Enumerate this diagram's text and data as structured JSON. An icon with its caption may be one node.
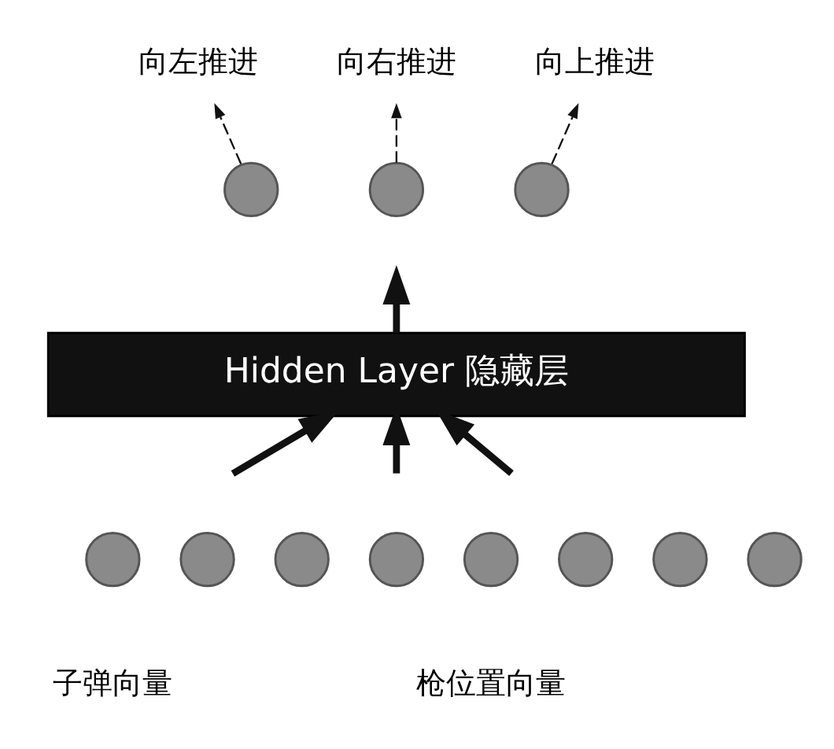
{
  "diagram": {
    "nodes": [
      {
        "text": [
          "向左推进"
        ]
      },
      {
        "text": [
          "向右推进"
        ]
      },
      {
        "text": [
          "向上推进"
        ]
      },
      {
        "text": [],
        "shape": "circle"
      },
      {
        "text": [],
        "shape": "circle"
      },
      {
        "text": [],
        "shape": "circle"
      },
      {
        "text": [
          "Hidden Layer 隐藏层"
        ]
      },
      {
        "text": [],
        "shape": "circle"
      },
      {
        "text": [],
        "shape": "circle"
      },
      {
        "text": [],
        "shape": "circle"
      },
      {
        "text": [],
        "shape": "circle"
      },
      {
        "text": [],
        "shape": "circle"
      },
      {
        "text": [],
        "shape": "circle"
      },
      {
        "text": [],
        "shape": "circle"
      },
      {
        "text": [],
        "shape": "circle"
      }
    ],
    "edges": [
      {
        "from": 3,
        "to": 0,
        "arrow": "to",
        "style": "dashed"
      },
      {
        "from": 4,
        "to": 1,
        "arrow": "to",
        "style": "dashed"
      },
      {
        "from": 5,
        "to": 2,
        "arrow": "to",
        "style": "dashed"
      },
      {
        "from": null,
        "to": 6,
        "arrow": "to"
      },
      {
        "from": null,
        "to": 6,
        "arrow": "to"
      },
      {
        "from": 6,
        "to": null,
        "arrow": "to"
      },
      {
        "from": null,
        "to": 6,
        "arrow": "to"
      }
    ],
    "labels": [
      "子弹向量",
      "枪位置向量"
    ]
  }
}
